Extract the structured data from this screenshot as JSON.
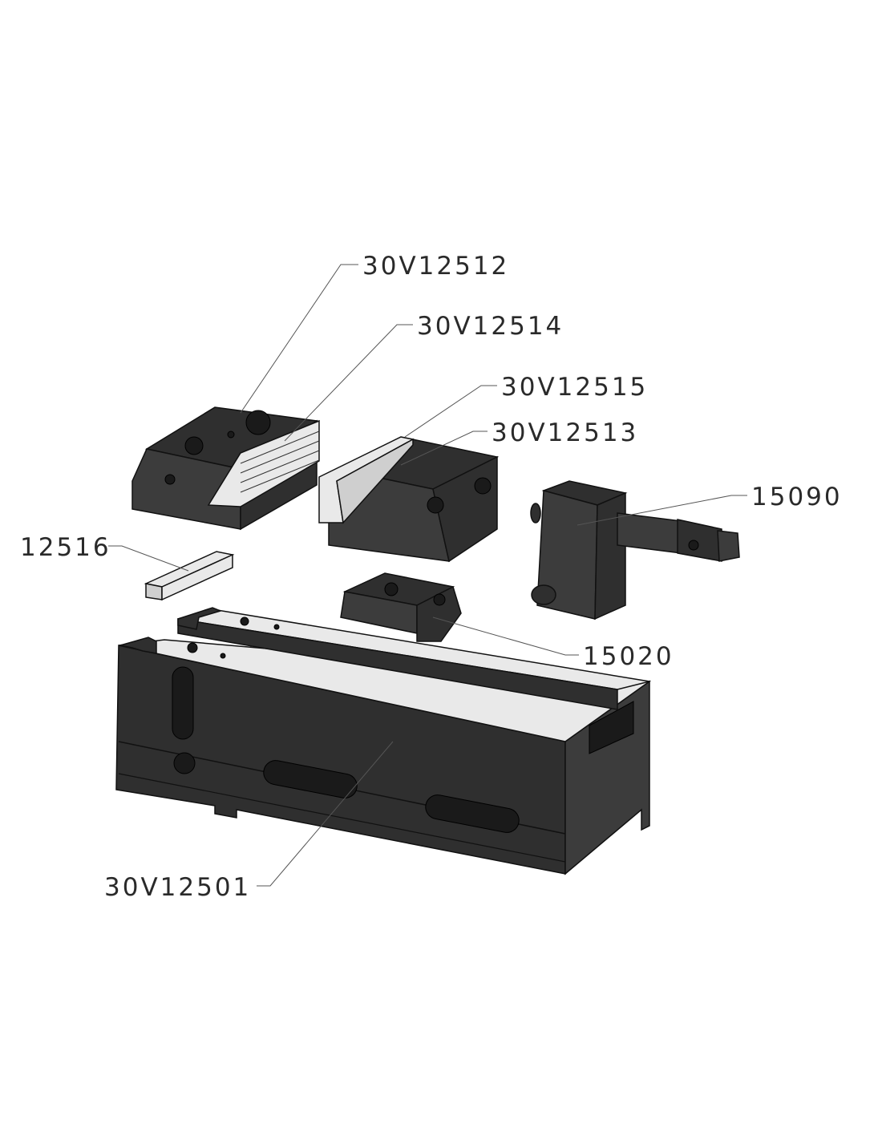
{
  "diagram": {
    "type": "exploded-assembly",
    "parts": [
      {
        "id": "p1",
        "label": "30V12512"
      },
      {
        "id": "p2",
        "label": "30V12514"
      },
      {
        "id": "p3",
        "label": "30V12515"
      },
      {
        "id": "p4",
        "label": "30V12513"
      },
      {
        "id": "p5",
        "label": "15090"
      },
      {
        "id": "p6",
        "label": "12516"
      },
      {
        "id": "p7",
        "label": "15020"
      },
      {
        "id": "p8",
        "label": "30V12501"
      }
    ]
  }
}
